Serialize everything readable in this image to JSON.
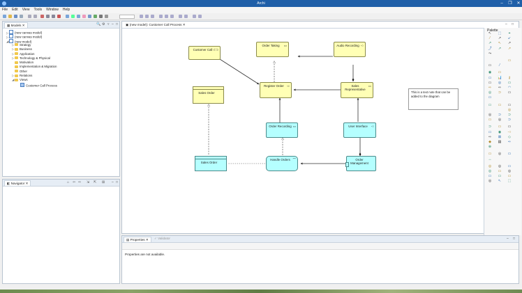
{
  "window": {
    "title": "Archi"
  },
  "menu": [
    "File",
    "Edit",
    "View",
    "Tools",
    "Window",
    "Help"
  ],
  "models_panel": {
    "tab": "Models",
    "tree": [
      {
        "label": "(new canvas model)",
        "level": 0,
        "kind": "model",
        "arrow": "▷"
      },
      {
        "label": "(new canvas model)",
        "level": 0,
        "kind": "model",
        "arrow": "▷"
      },
      {
        "label": "(new model)",
        "level": 0,
        "kind": "model",
        "arrow": "◢"
      },
      {
        "label": "Strategy",
        "level": 1,
        "kind": "folder",
        "arrow": "▷"
      },
      {
        "label": "Business",
        "level": 1,
        "kind": "folder",
        "arrow": "▷"
      },
      {
        "label": "Application",
        "level": 1,
        "kind": "folder",
        "arrow": "▷"
      },
      {
        "label": "Technology & Physical",
        "level": 1,
        "kind": "folder",
        "arrow": "▷"
      },
      {
        "label": "Motivation",
        "level": 1,
        "kind": "folder",
        "arrow": ""
      },
      {
        "label": "Implementation & Migration",
        "level": 1,
        "kind": "folder",
        "arrow": ""
      },
      {
        "label": "Other",
        "level": 1,
        "kind": "folder",
        "arrow": ""
      },
      {
        "label": "Relations",
        "level": 1,
        "kind": "folder",
        "arrow": "▷"
      },
      {
        "label": "Views",
        "level": 1,
        "kind": "folder",
        "arrow": "◢"
      },
      {
        "label": "Customer Call Process",
        "level": 2,
        "kind": "view",
        "arrow": ""
      }
    ]
  },
  "navigator_panel": {
    "tab": "Navigator"
  },
  "editor": {
    "tab": "(new model): Customer Call Process"
  },
  "diagram": {
    "nodes": [
      {
        "id": "customer-call",
        "label": "Customer Call",
        "type": "biz",
        "glyph": "⊂⊃"
      },
      {
        "id": "order-taking",
        "label": "Order Taking",
        "type": "biz",
        "glyph": "▭"
      },
      {
        "id": "audio-recording",
        "label": "Audio Recording",
        "type": "biz",
        "glyph": "-○"
      },
      {
        "id": "sales-order-biz",
        "label": "Sales Order",
        "type": "biz",
        "glyph": ""
      },
      {
        "id": "register-order",
        "label": "Register Order",
        "type": "biz",
        "glyph": "⇨"
      },
      {
        "id": "sales-representative",
        "label": "Sales Representative",
        "type": "biz",
        "glyph": "▭"
      },
      {
        "id": "order-recording",
        "label": "Order Recording",
        "type": "app",
        "glyph": "▭"
      },
      {
        "id": "user-interface",
        "label": "User Interface",
        "type": "app",
        "glyph": "-○"
      },
      {
        "id": "sales-order-app",
        "label": "Sales Order",
        "type": "app",
        "glyph": ""
      },
      {
        "id": "handle-orders",
        "label": "Handle Orders",
        "type": "app",
        "glyph": "⌒"
      },
      {
        "id": "order-management",
        "label": "Order Management",
        "type": "app",
        "glyph": "▯"
      }
    ],
    "note": "This is a text note that can be added to the diagram"
  },
  "palette": {
    "title": "Palette"
  },
  "properties_panel": {
    "tabs": [
      "Properties",
      "Validator"
    ],
    "message": "Properties are not available."
  }
}
